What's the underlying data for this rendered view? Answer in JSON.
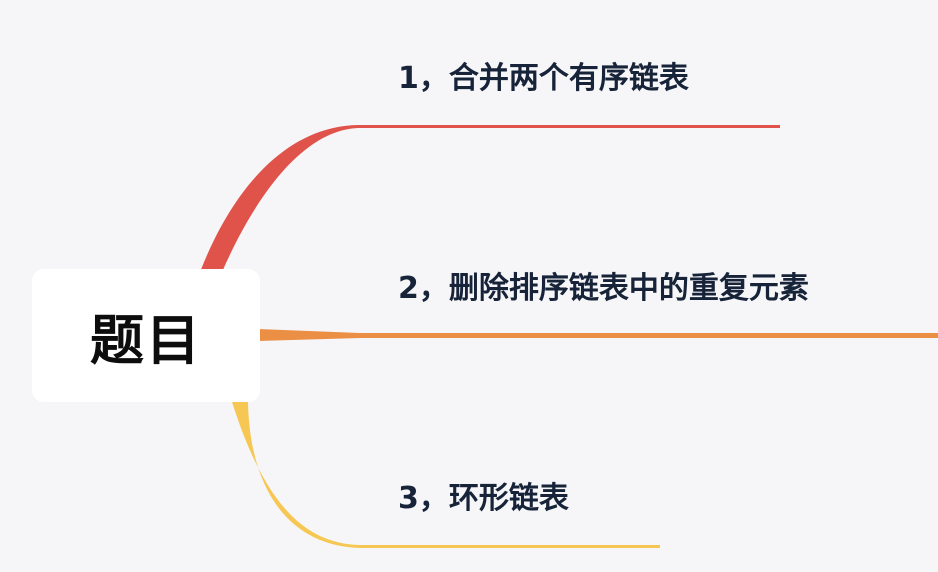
{
  "root": {
    "label": "题目"
  },
  "branches": [
    {
      "label": "1，合并两个有序链表",
      "color": "#e0534a"
    },
    {
      "label": "2，删除排序链表中的重复元素",
      "color": "#eb8f45"
    },
    {
      "label": "3，环形链表",
      "color": "#f6c752"
    }
  ],
  "colors": {
    "background": "#f6f6f9",
    "root_fill": "#ffffff",
    "text": "#172338"
  }
}
